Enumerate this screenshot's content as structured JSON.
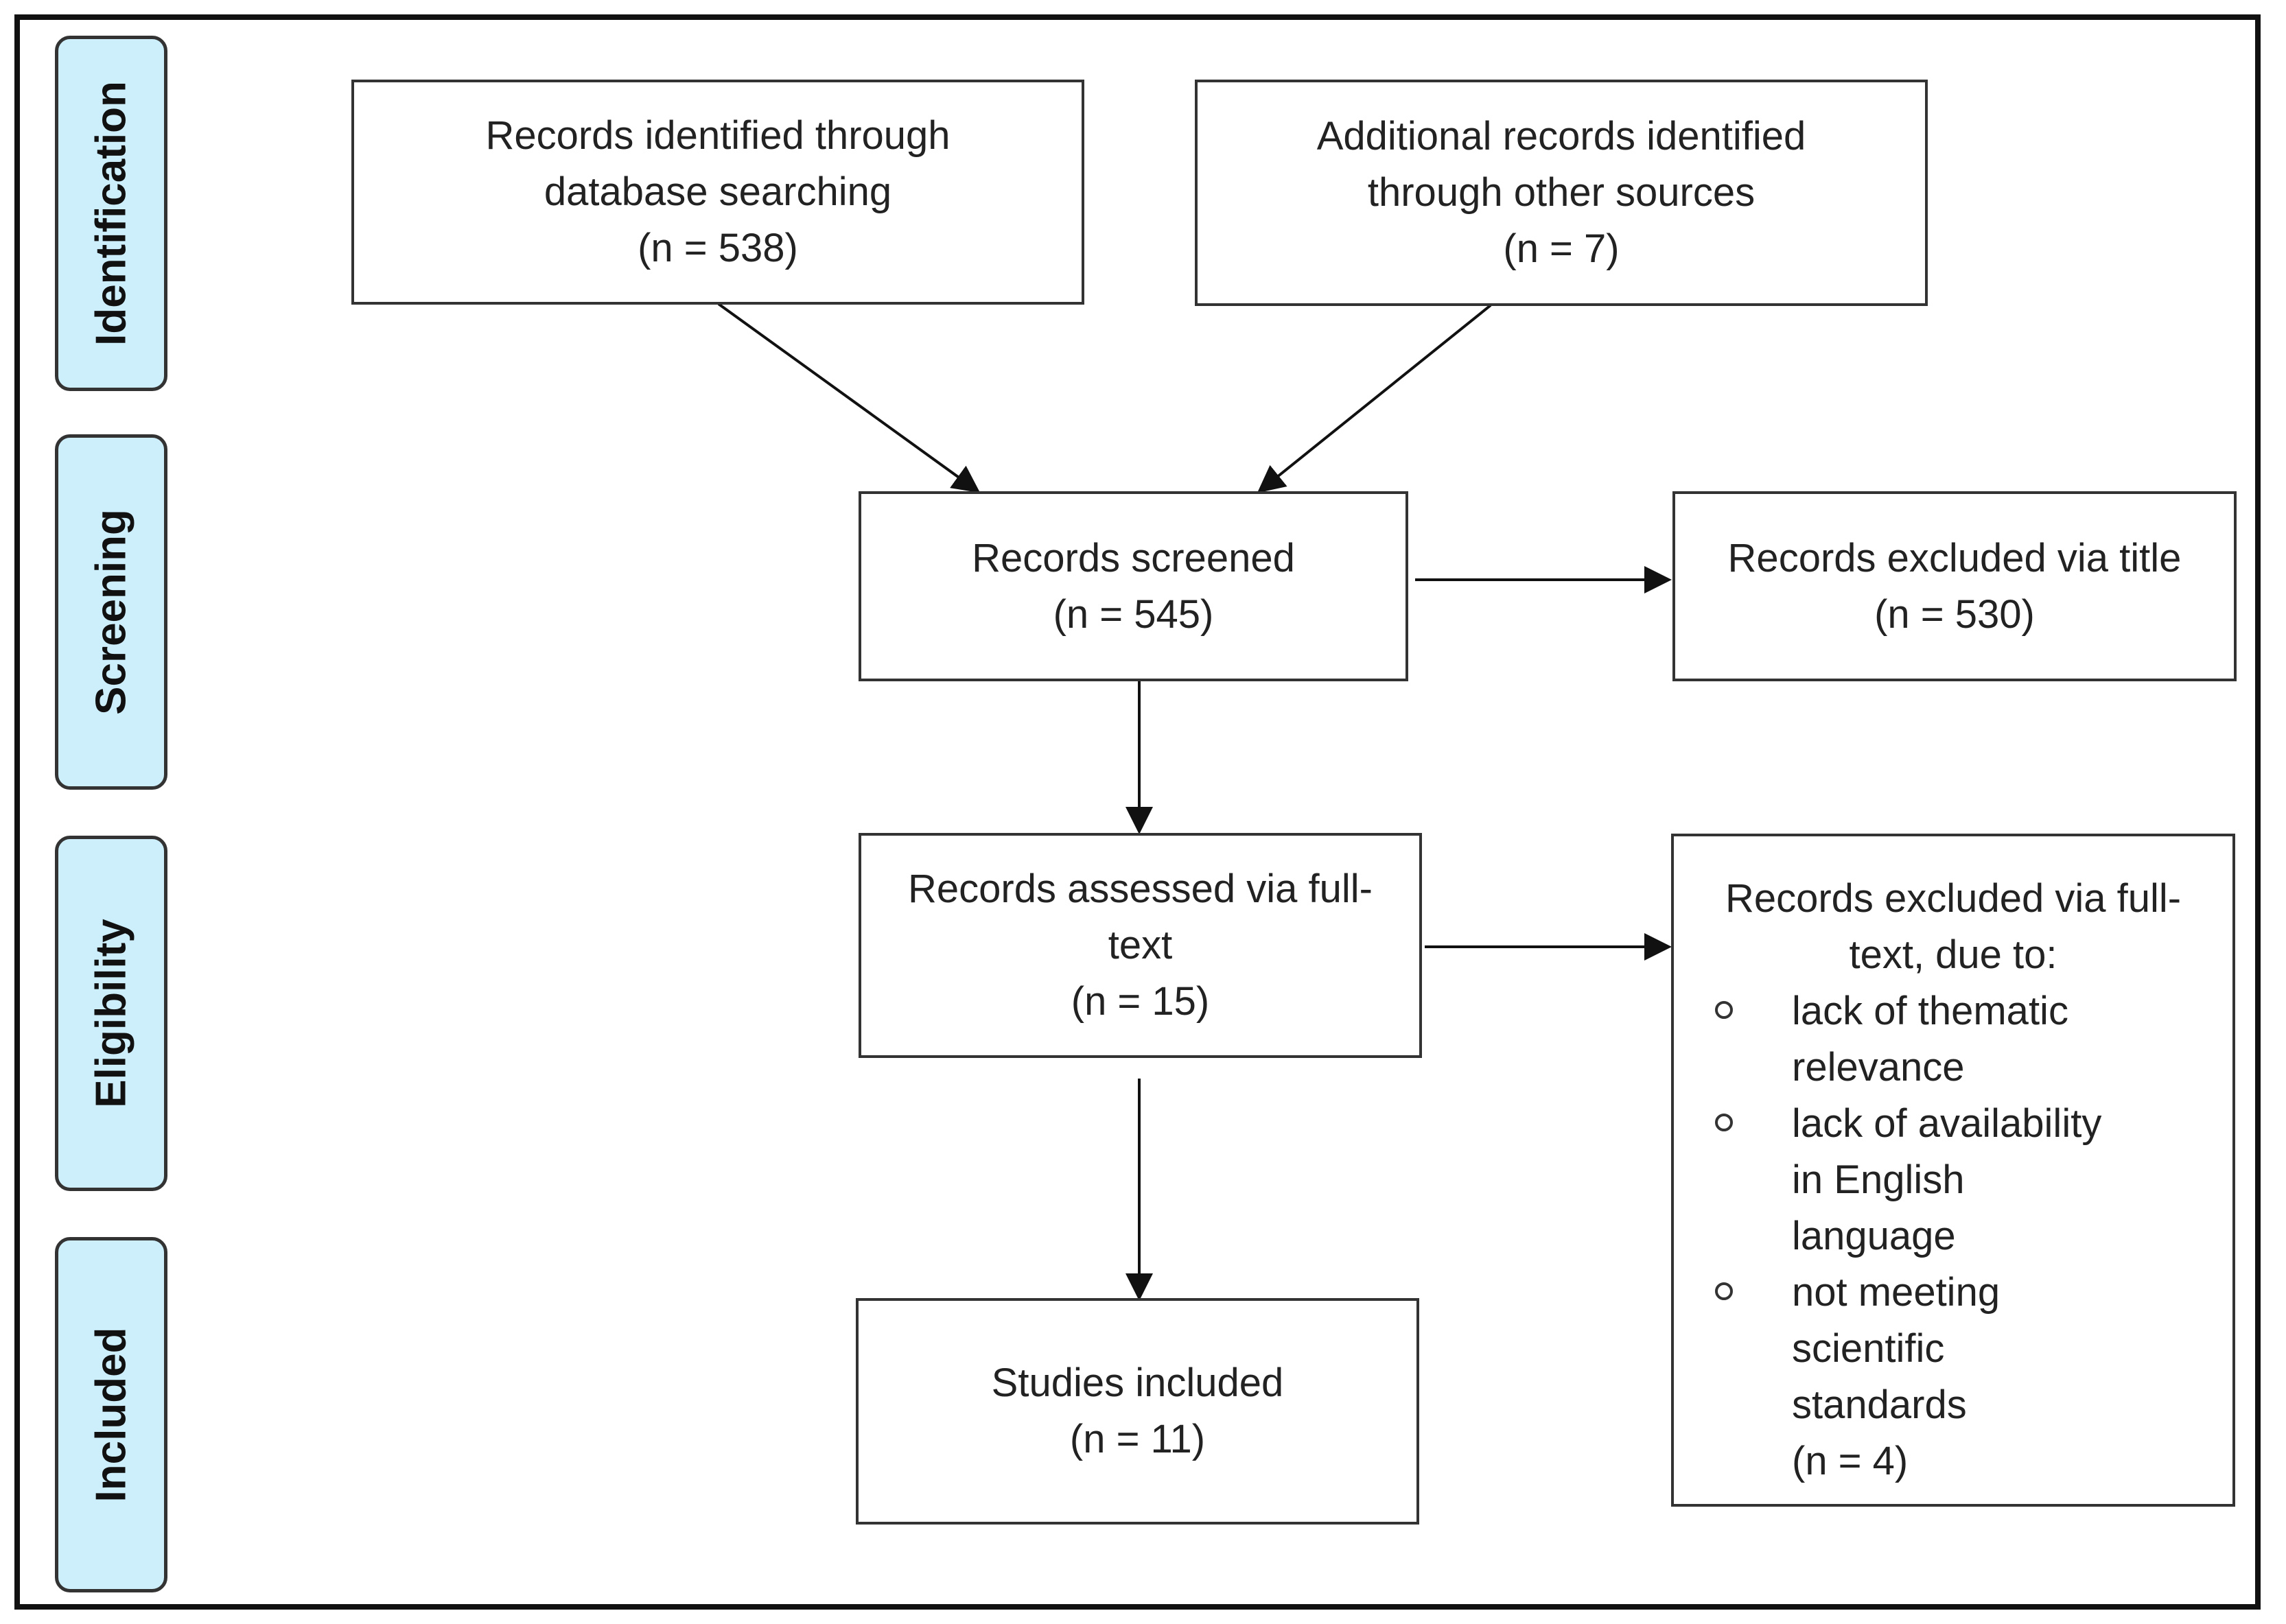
{
  "stages": {
    "identification": "Identification",
    "screening": "Screening",
    "eligibility": "Eligibility",
    "included": "Included"
  },
  "boxes": {
    "database": {
      "line1": "Records identified through",
      "line2": "database searching",
      "count": "(n = 538)"
    },
    "other_sources": {
      "line1": "Additional records identified",
      "line2": "through other sources",
      "count": "(n = 7)"
    },
    "screened": {
      "line1": "Records screened",
      "count": "(n = 545)"
    },
    "excluded_title": {
      "line1": "Records excluded via title",
      "count": "(n = 530)"
    },
    "assessed": {
      "line1": "Records assessed via full-",
      "line2": "text",
      "count": "(n = 15)"
    },
    "excluded_fulltext": {
      "line1": "Records excluded via full-",
      "line2": "text, due to:",
      "reasons": [
        {
          "line1": "lack of thematic",
          "line2": "relevance"
        },
        {
          "line1": "lack of availability",
          "line2": "in English",
          "line3": "language"
        },
        {
          "line1": "not meeting",
          "line2": "scientific",
          "line3": "standards"
        }
      ],
      "count": "(n = 4)"
    },
    "included": {
      "line1": "Studies included",
      "count": "(n = 11)"
    }
  }
}
